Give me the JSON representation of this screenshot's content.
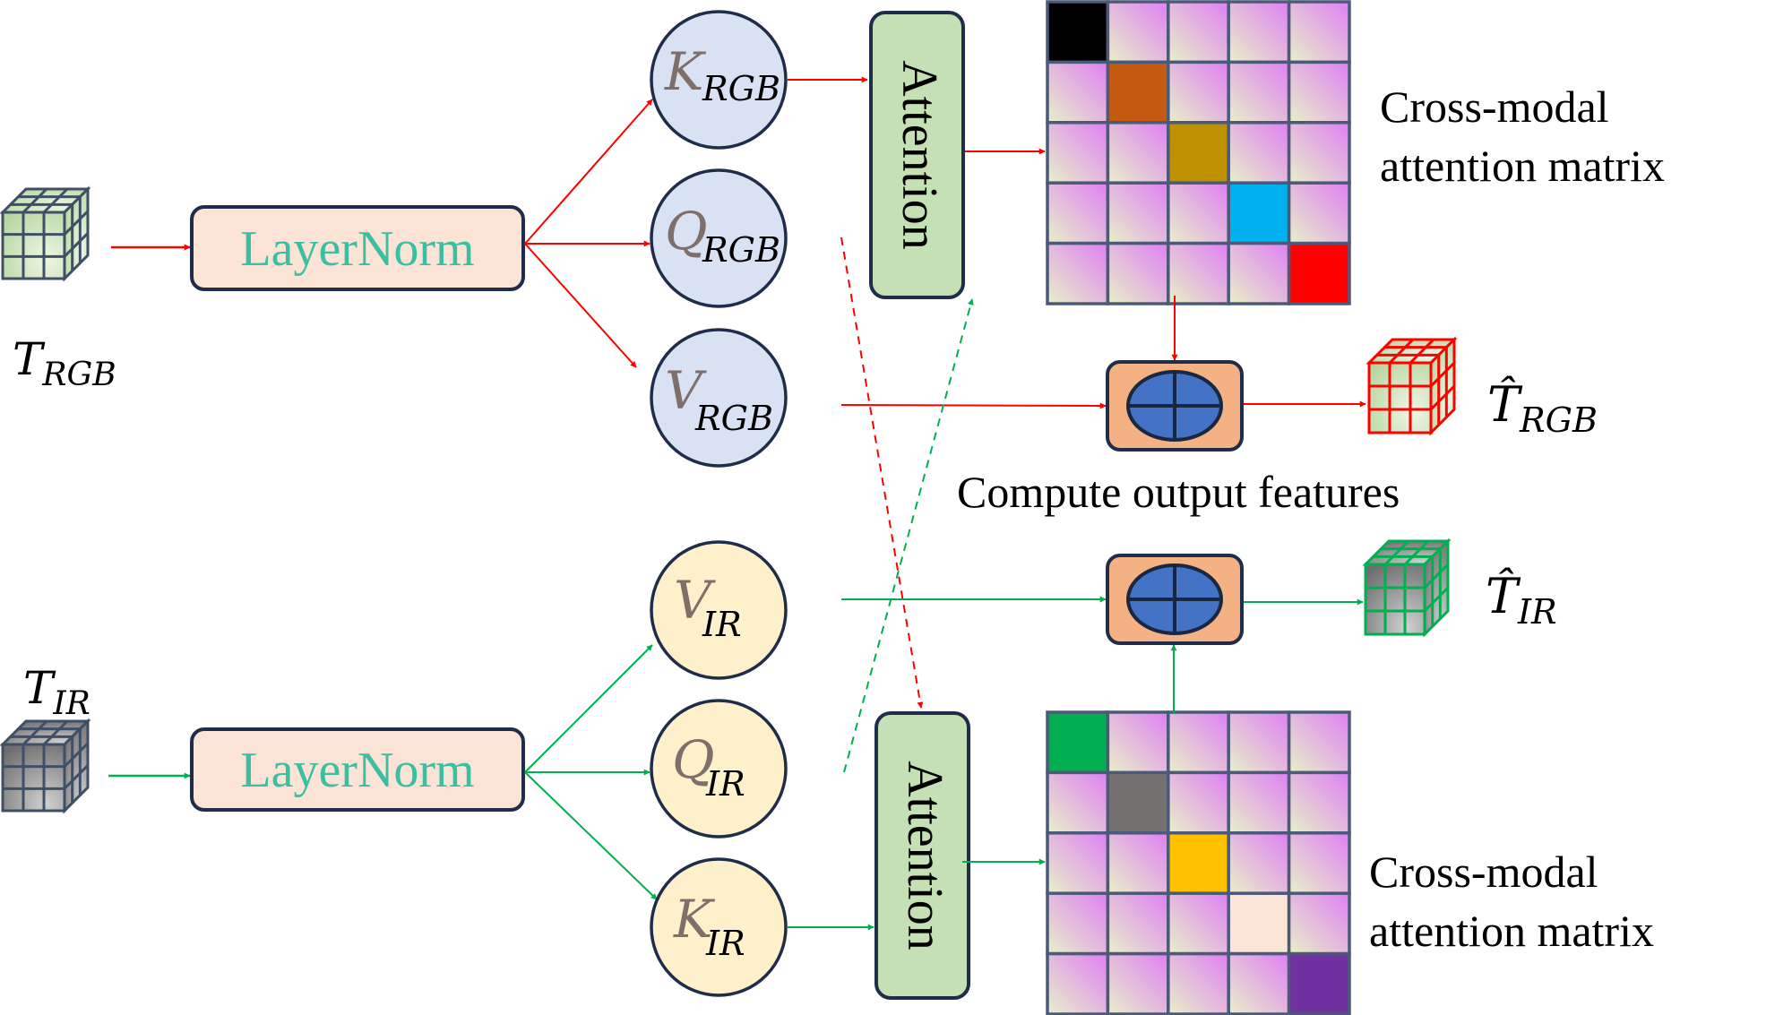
{
  "colors": {
    "rgb_flow": "#ff0000",
    "ir_flow": "#00b050",
    "layernorm_fill": "#fbe4d6",
    "layernorm_text": "#3cbfa0",
    "rgb_node_fill": "#d9e2f3",
    "ir_node_fill": "#fff0cc",
    "node_stroke": "#1f2d4a",
    "node_letter": "#7f6f6a",
    "attention_fill": "#c5e0b4",
    "fusion_fill": "#f4b183",
    "fusion_disk": "#4472c4",
    "matrix_border": "#4a5a78",
    "cell_gradient": [
      "#e8f0c8",
      "#df80f4"
    ]
  },
  "rgb_branch": {
    "input_label": {
      "base": "T",
      "sub": "RGB"
    },
    "layernorm_label": "LayerNorm",
    "nodes": [
      {
        "letter": "K",
        "sub": "RGB"
      },
      {
        "letter": "Q",
        "sub": "RGB"
      },
      {
        "letter": "V",
        "sub": "RGB"
      }
    ],
    "attention_label": "Attention",
    "matrix_caption": [
      "Cross-modal",
      "attention matrix"
    ],
    "matrix_diagonal_colors": [
      "#000000",
      "#c55a11",
      "#bf9000",
      "#00b0f0",
      "#ff0000"
    ],
    "output_label": {
      "base": "T̂",
      "sub": "RGB"
    }
  },
  "ir_branch": {
    "input_label": {
      "base": "T",
      "sub": "IR"
    },
    "layernorm_label": "LayerNorm",
    "nodes": [
      {
        "letter": "V",
        "sub": "IR"
      },
      {
        "letter": "Q",
        "sub": "IR"
      },
      {
        "letter": "K",
        "sub": "IR"
      }
    ],
    "attention_label": "Attention",
    "matrix_caption": [
      "Cross-modal",
      "attention matrix"
    ],
    "matrix_diagonal_colors": [
      "#00b050",
      "#767171",
      "#ffc000",
      "#fbe5d6",
      "#7030a0"
    ],
    "output_label": {
      "base": "T̂",
      "sub": "IR"
    }
  },
  "center_caption": "Compute output features",
  "icons": {
    "input_cube_rgb": "tensor-cube-icon",
    "input_cube_ir": "tensor-cube-icon",
    "fusion_op": "matmul-fusion-icon",
    "output_cube_rgb": "tensor-cube-icon",
    "output_cube_ir": "tensor-cube-icon"
  }
}
